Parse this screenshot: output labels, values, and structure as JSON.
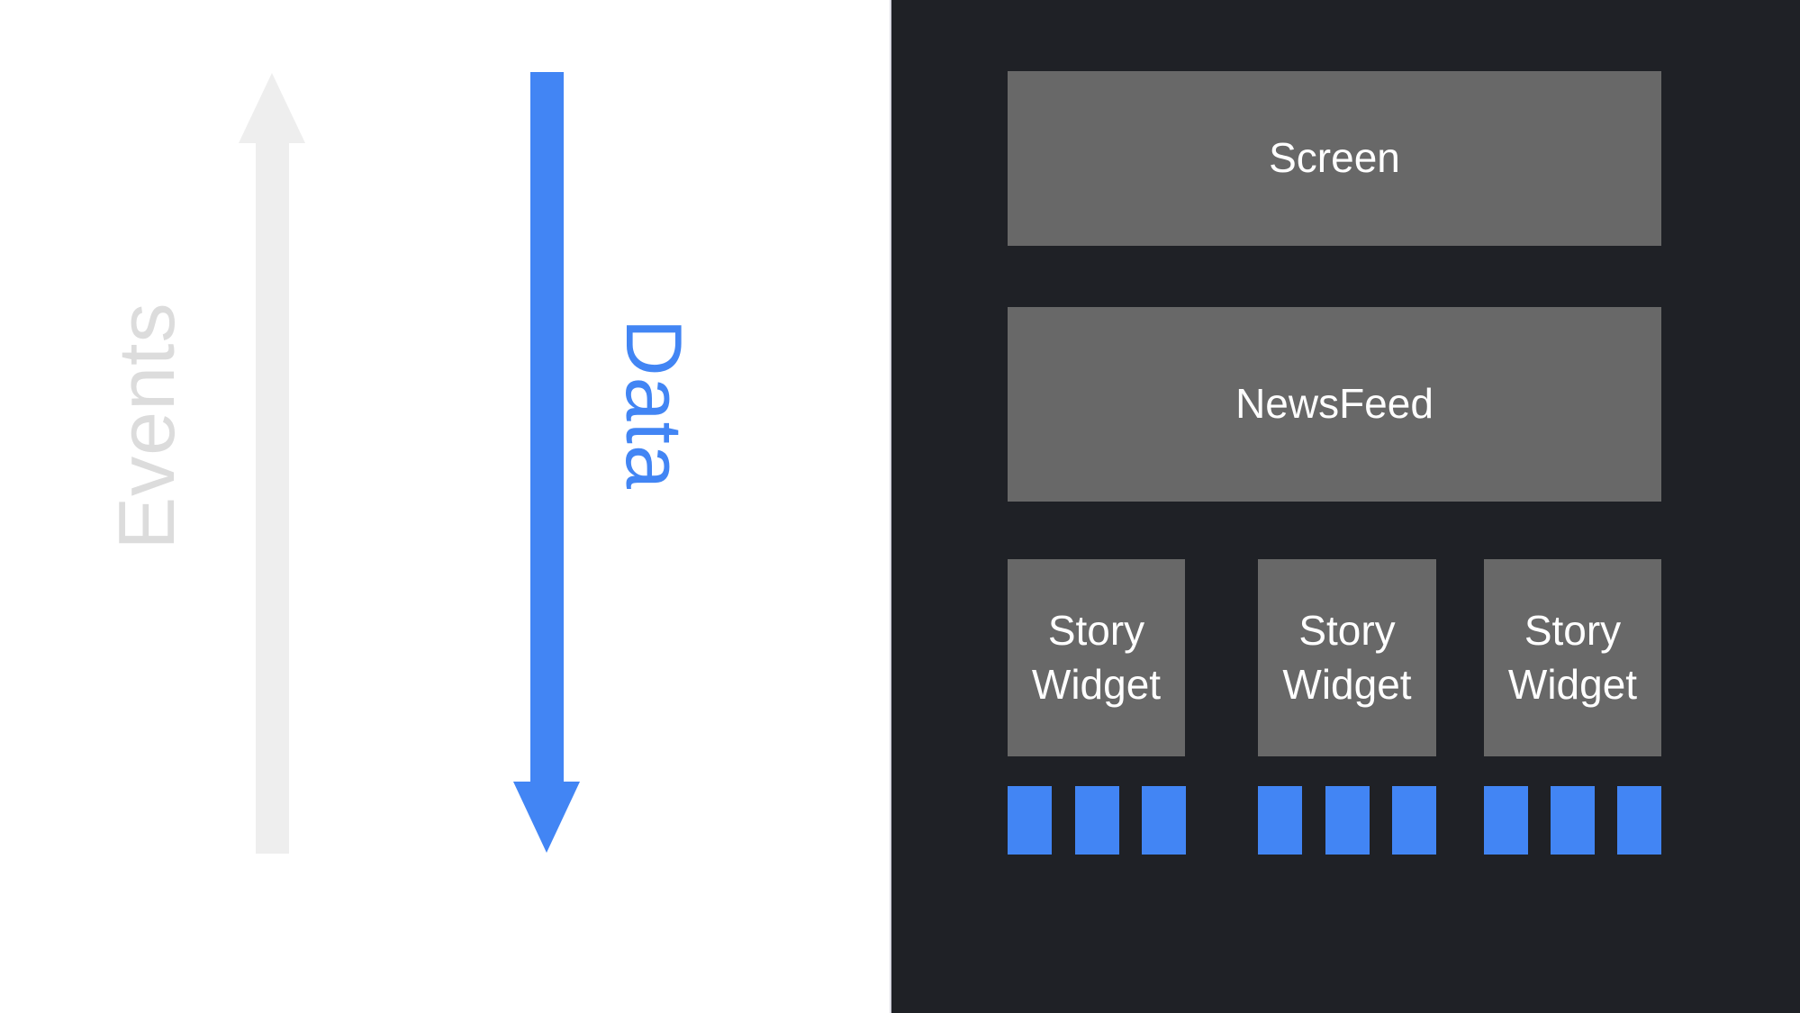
{
  "diagram": {
    "left_panel": {
      "events_label": "Events",
      "data_label": "Data",
      "events_arrow_direction": "up",
      "data_arrow_direction": "down"
    },
    "right_panel": {
      "screen_label": "Screen",
      "newsfeed_label": "NewsFeed",
      "story_widgets": [
        {
          "label": "Story Widget",
          "data_blocks": 3
        },
        {
          "label": "Story Widget",
          "data_blocks": 3
        },
        {
          "label": "Story Widget",
          "data_blocks": 3
        }
      ]
    },
    "colors": {
      "accent_blue": "#4285f4",
      "arrow_gray": "#eeeeee",
      "events_text_gray": "#dcdcdc",
      "panel_dark": "#1f2126",
      "box_gray": "#686868",
      "box_text_white": "#ffffff"
    }
  }
}
